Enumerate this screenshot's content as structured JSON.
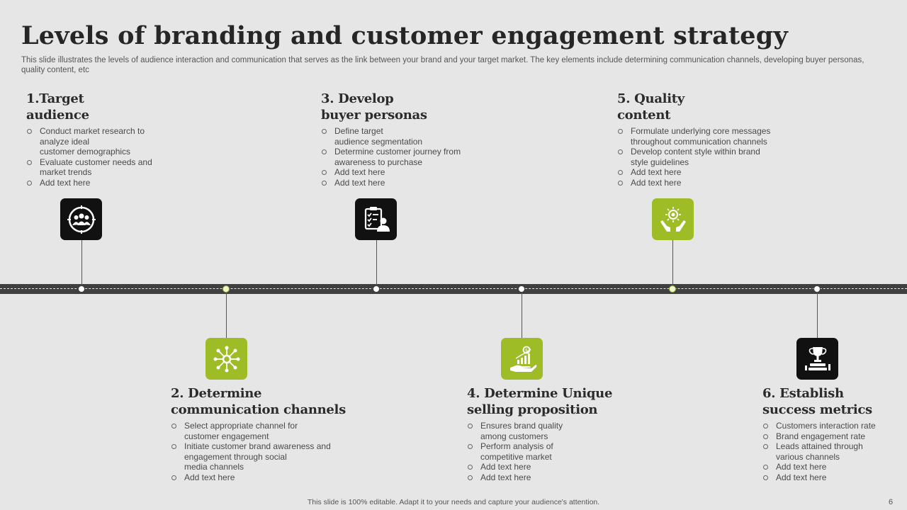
{
  "slide": {
    "title": "Levels of branding and customer engagement strategy",
    "subtitle": "This slide illustrates the levels of audience interaction and communication that serves as the link between your brand and your target market. The key elements include determining communication channels, developing buyer personas, quality content, etc",
    "footer": "This slide is 100% editable.  Adapt it to your needs and capture your audience's attention.",
    "page_number": "6"
  },
  "steps": [
    {
      "title": "1.Target\naudience",
      "icon": "audience-target-icon",
      "bullets": [
        "Conduct market research to\nanalyze ideal\ncustomer demographics",
        "Evaluate customer needs and\nmarket trends",
        "Add text here"
      ]
    },
    {
      "title": "2. Determine\ncommunication channels",
      "icon": "network-hub-icon",
      "bullets": [
        "Select appropriate channel for\ncustomer engagement",
        "Initiate customer brand awareness and\nengagement through social\nmedia channels",
        "Add text here"
      ]
    },
    {
      "title": "3. Develop\nbuyer personas",
      "icon": "clipboard-persona-icon",
      "bullets": [
        "Define target\naudience segmentation",
        "Determine customer journey from\nawareness to purchase",
        "Add text here",
        "Add text here"
      ]
    },
    {
      "title": "4. Determine Unique\nselling proposition",
      "icon": "growth-hand-icon",
      "bullets": [
        "Ensures brand quality\namong customers",
        "Perform analysis of\ncompetitive market",
        "Add text here",
        "Add text here"
      ]
    },
    {
      "title": "5. Quality\ncontent",
      "icon": "quality-hands-icon",
      "bullets": [
        "Formulate underlying core messages\nthroughout communication channels",
        "Develop content style within brand\nstyle guidelines",
        "Add text here",
        "Add text here"
      ]
    },
    {
      "title": "6. Establish\nsuccess metrics",
      "icon": "trophy-metrics-icon",
      "bullets": [
        "Customers interaction rate",
        "Brand engagement rate",
        "Leads attained through\nvarious channels",
        "Add text here",
        "Add text here"
      ]
    }
  ],
  "colors": {
    "background": "#e7e6e6",
    "dark_icon": "#111111",
    "green_icon": "#9dbc25",
    "road": "#3f3f3f"
  }
}
